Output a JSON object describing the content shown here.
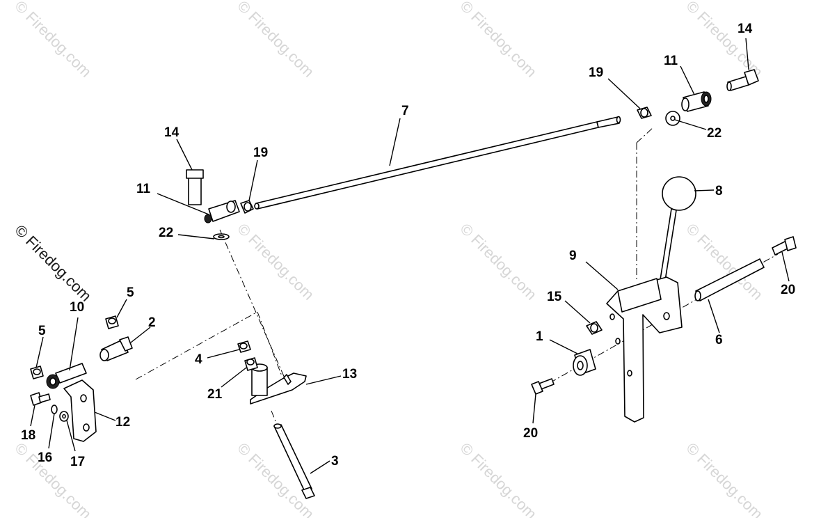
{
  "watermark": {
    "text": "© Firedog.com"
  },
  "callouts": {
    "c1": "1",
    "c2": "2",
    "c3": "3",
    "c4": "4",
    "c5a": "5",
    "c5b": "5",
    "c6": "6",
    "c7": "7",
    "c8": "8",
    "c9": "9",
    "c10": "10",
    "c11a": "11",
    "c11b": "11",
    "c12": "12",
    "c13": "13",
    "c14a": "14",
    "c14b": "14",
    "c15": "15",
    "c16": "16",
    "c17": "17",
    "c18": "18",
    "c19a": "19",
    "c19b": "19",
    "c20a": "20",
    "c20b": "20",
    "c21": "21",
    "c22a": "22",
    "c22b": "22"
  }
}
